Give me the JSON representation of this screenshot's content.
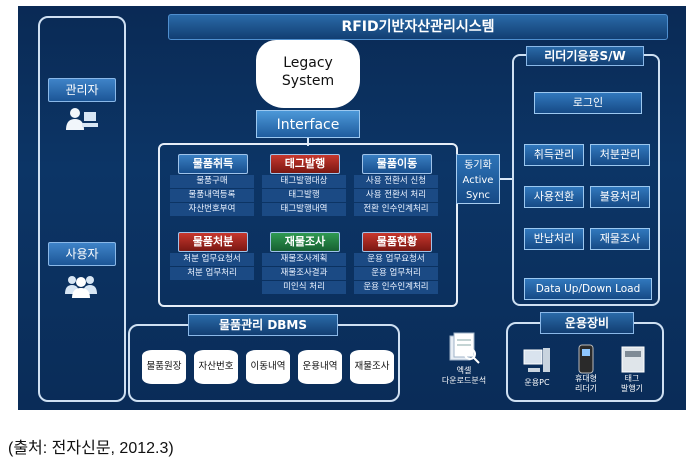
{
  "title": "RFID기반자산관리시스템",
  "roles": {
    "admin": "관리자",
    "user": "사용자"
  },
  "legacy": {
    "line1": "Legacy",
    "line2": "System"
  },
  "interface": "Interface",
  "sync": {
    "line1": "동기화",
    "line2": "Active",
    "line3": "Sync"
  },
  "groups": [
    {
      "title": "물품취득",
      "color": "blue",
      "items": [
        "물품구매",
        "물품내역등록",
        "자산번호부여"
      ]
    },
    {
      "title": "태그발행",
      "color": "red",
      "items": [
        "태그발행대상",
        "태그발행",
        "태그발행내역"
      ]
    },
    {
      "title": "물품이동",
      "color": "blue",
      "items": [
        "사용 전환서 신청",
        "사용 전환서 처리",
        "전환 인수인계처리"
      ]
    },
    {
      "title": "물품처분",
      "color": "red",
      "items": [
        "처분 업무요청서",
        "처분 업무처리"
      ]
    },
    {
      "title": "재물조사",
      "color": "green",
      "items": [
        "재물조사계획",
        "재물조사결과",
        "미인식 처리"
      ]
    },
    {
      "title": "물품현황",
      "color": "red",
      "items": [
        "운용 업무요청서",
        "운용 업무처리",
        "운용 인수인계처리"
      ]
    }
  ],
  "reader": {
    "title": "리더기응용S/W",
    "login": "로그인",
    "buttons": [
      "취득관리",
      "처분관리",
      "사용전환",
      "불용처리",
      "반납처리",
      "재물조사"
    ],
    "data": "Data Up/Down Load"
  },
  "dbms": {
    "title": "물품관리 DBMS",
    "items": [
      "물품원장",
      "자산번호",
      "이동내역",
      "운용내역",
      "재물조사"
    ]
  },
  "excel": {
    "line1": "엑셀",
    "line2": "다운로드분석"
  },
  "equipment": {
    "title": "운용장비",
    "devices": [
      {
        "line1": "운용PC",
        "line2": ""
      },
      {
        "line1": "휴대형",
        "line2": "리더기"
      },
      {
        "line1": "태그",
        "line2": "발행기"
      }
    ]
  },
  "caption": "(출처: 전자신문, 2012.3)",
  "colors": {
    "background": "#0b3161",
    "blue": "#1f5c9e",
    "red": "#9a2a22",
    "green": "#23783f"
  }
}
